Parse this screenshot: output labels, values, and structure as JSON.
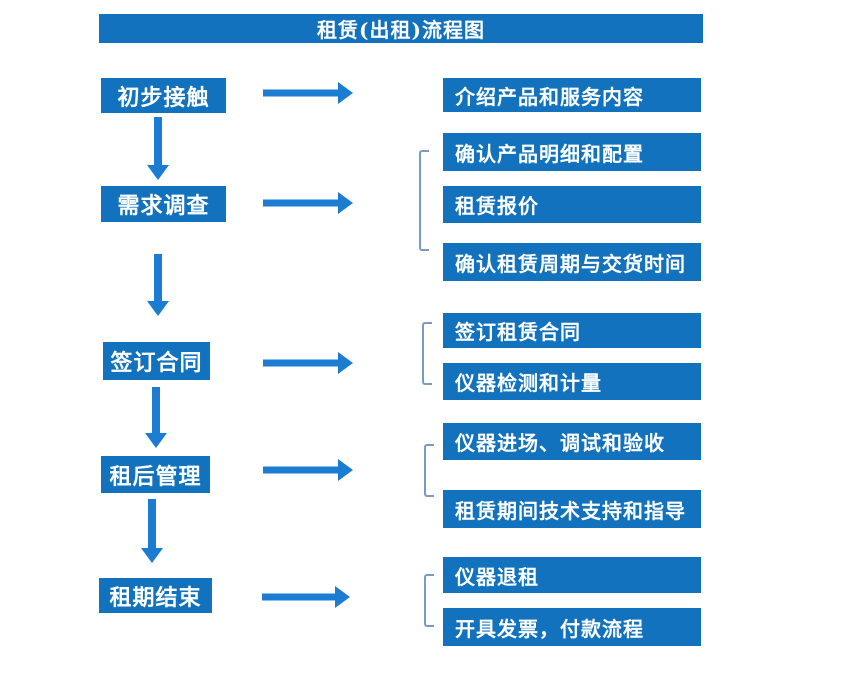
{
  "title": "租赁(出租)流程图",
  "colors": {
    "primary": "#1272bd",
    "arrow": "#1b7cd2",
    "bracket": "#7a99c9",
    "text": "#ffffff"
  },
  "flow": {
    "steps": [
      {
        "label": "初步接触",
        "outputs": [
          "介绍产品和服务内容"
        ]
      },
      {
        "label": "需求调查",
        "outputs": [
          "确认产品明细和配置",
          "租赁报价",
          "确认租赁周期与交货时间"
        ]
      },
      {
        "label": "签订合同",
        "outputs": [
          "签订租赁合同",
          "仪器检测和计量"
        ]
      },
      {
        "label": "租后管理",
        "outputs": [
          "仪器进场、调试和验收",
          "租赁期间技术支持和指导"
        ]
      },
      {
        "label": "租期结束",
        "outputs": [
          "仪器退租",
          "开具发票，付款流程"
        ]
      }
    ]
  }
}
